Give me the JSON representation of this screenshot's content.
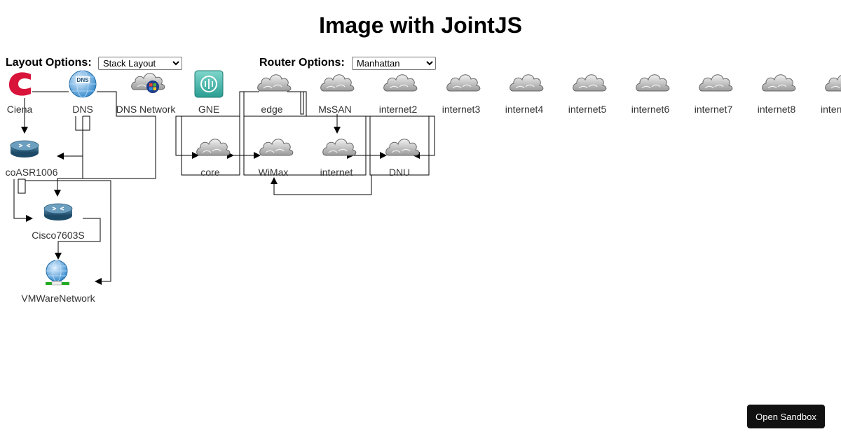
{
  "page": {
    "title": "Image with JointJS"
  },
  "controls": {
    "layout": {
      "label": "Layout Options:",
      "selected": "Stack Layout"
    },
    "router": {
      "label": "Router Options:",
      "selected": "Manhattan"
    }
  },
  "nodes": [
    {
      "id": "ciena",
      "label": "Ciena",
      "icon": "ciena-logo-icon"
    },
    {
      "id": "dns",
      "label": "DNS",
      "icon": "dns-globe-icon"
    },
    {
      "id": "dnsnet",
      "label": "DNS Network",
      "icon": "cloud-windows-icon"
    },
    {
      "id": "gne",
      "label": "GNE",
      "icon": "gne-icon"
    },
    {
      "id": "edge",
      "label": "edge",
      "icon": "cloud-icon"
    },
    {
      "id": "mssan",
      "label": "MsSAN",
      "icon": "cloud-icon"
    },
    {
      "id": "internet2",
      "label": "internet2",
      "icon": "cloud-icon"
    },
    {
      "id": "internet3",
      "label": "internet3",
      "icon": "cloud-icon"
    },
    {
      "id": "internet4",
      "label": "internet4",
      "icon": "cloud-icon"
    },
    {
      "id": "internet5",
      "label": "internet5",
      "icon": "cloud-icon"
    },
    {
      "id": "internet6",
      "label": "internet6",
      "icon": "cloud-icon"
    },
    {
      "id": "internet7",
      "label": "internet7",
      "icon": "cloud-icon"
    },
    {
      "id": "internet8",
      "label": "internet8",
      "icon": "cloud-icon"
    },
    {
      "id": "internet9",
      "label": "interr",
      "icon": "cloud-icon"
    },
    {
      "id": "coasr",
      "label": "coASR1006",
      "icon": "router-icon"
    },
    {
      "id": "core",
      "label": "core",
      "icon": "cloud-icon"
    },
    {
      "id": "wimax",
      "label": "WiMax",
      "icon": "cloud-icon"
    },
    {
      "id": "internet",
      "label": "internet",
      "icon": "cloud-icon"
    },
    {
      "id": "dnu",
      "label": "DNU",
      "icon": "cloud-icon"
    },
    {
      "id": "cisco",
      "label": "Cisco7603S",
      "icon": "router-icon"
    },
    {
      "id": "vmware",
      "label": "VMWareNetwork",
      "icon": "network-globe-icon"
    }
  ],
  "links": [
    {
      "source": "ciena",
      "target": "coasr"
    },
    {
      "source": "dns",
      "target": "coasr"
    },
    {
      "source": "dns",
      "target": "cisco"
    },
    {
      "source": "dnsnet",
      "target": "cisco"
    },
    {
      "source": "coasr",
      "target": "cisco"
    },
    {
      "source": "coasr",
      "target": "vmware"
    },
    {
      "source": "cisco",
      "target": "vmware"
    },
    {
      "source": "edge",
      "target": "core"
    },
    {
      "source": "edge",
      "target": "wimax"
    },
    {
      "source": "edge",
      "target": "dnu"
    },
    {
      "source": "mssan",
      "target": "internet"
    },
    {
      "source": "core",
      "target": "wimax"
    },
    {
      "source": "internet",
      "target": "dnu"
    },
    {
      "source": "dnu",
      "target": "wimax"
    }
  ],
  "footer": {
    "sandbox_label": "Open Sandbox"
  }
}
